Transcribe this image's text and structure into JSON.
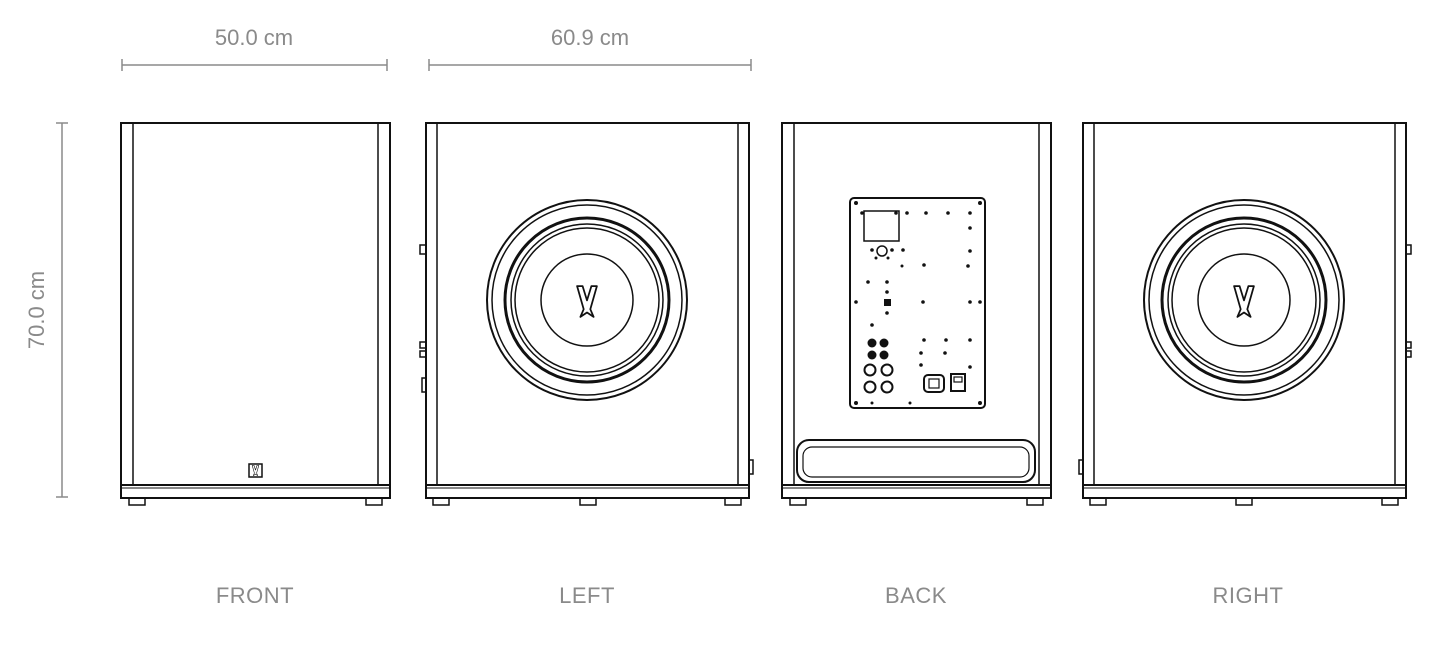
{
  "dimensions": {
    "width": "50.0 cm",
    "depth": "60.9 cm",
    "height": "70.0 cm"
  },
  "views": {
    "front": "FRONT",
    "left": "LEFT",
    "back": "BACK",
    "right": "RIGHT"
  },
  "colors": {
    "line": "#111111",
    "dimension": "#8a8a8a",
    "background": "#ffffff"
  },
  "icons": [
    "brand-logo-icon",
    "woofer-icon",
    "amplifier-panel-icon",
    "handle-icon"
  ]
}
